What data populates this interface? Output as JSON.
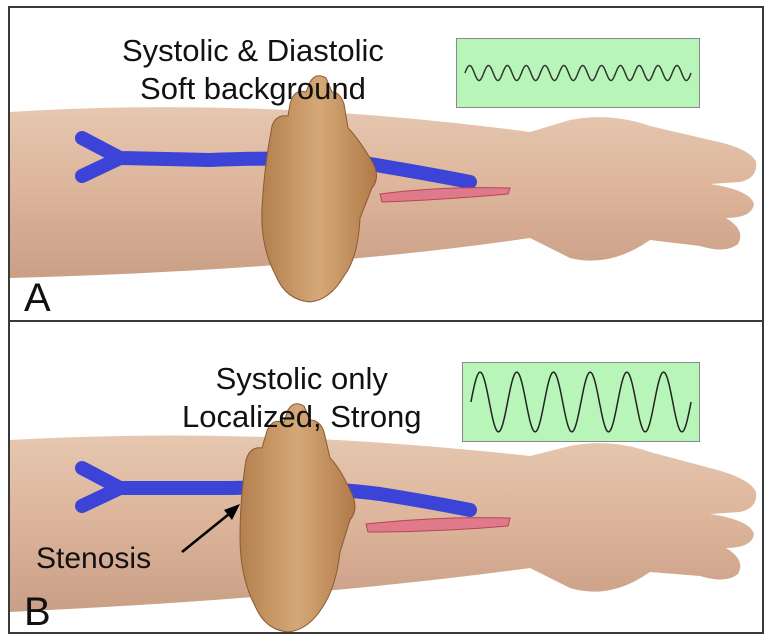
{
  "panels": [
    {
      "letter": "A",
      "caption_line1": "Systolic & Diastolic",
      "caption_line2": "Soft background",
      "waveform": {
        "pattern": "small-amplitude continuous",
        "cycles": 12,
        "amplitude": 0.25,
        "box_color": "#b8f5b8",
        "line_color": "#333333"
      }
    },
    {
      "letter": "B",
      "caption_line1": "Systolic only",
      "caption_line2": "Localized, Strong",
      "annotation": "Stenosis",
      "waveform": {
        "pattern": "large-amplitude systolic",
        "cycles": 6,
        "amplitude": 0.85,
        "box_color": "#b8f5b8",
        "line_color": "#222222"
      }
    }
  ],
  "colors": {
    "skin": "#dcb9a0",
    "vein": "#3b44d6",
    "artery": "#e07a8a",
    "hand": "#c89a6a"
  }
}
